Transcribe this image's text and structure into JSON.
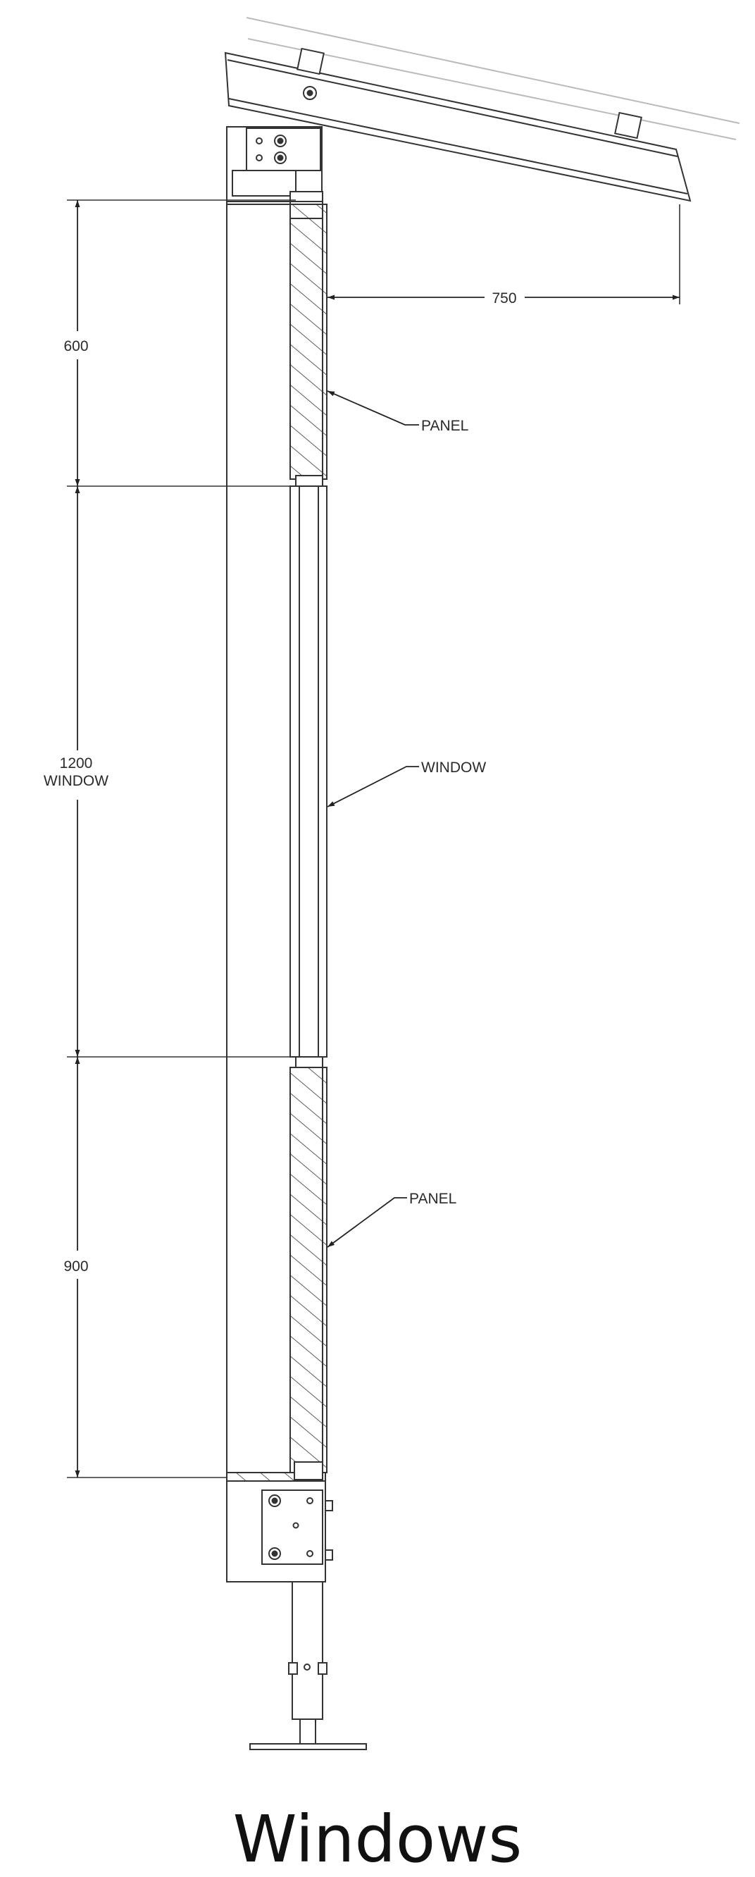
{
  "title": "Windows",
  "dimensions": {
    "roof_projection": "750",
    "top_panel": "600",
    "window_value": "1200",
    "window_label": "WINDOW",
    "bottom_panel": "900"
  },
  "callouts": {
    "top_panel": "PANEL",
    "window": "WINDOW",
    "bottom_panel": "PANEL"
  }
}
